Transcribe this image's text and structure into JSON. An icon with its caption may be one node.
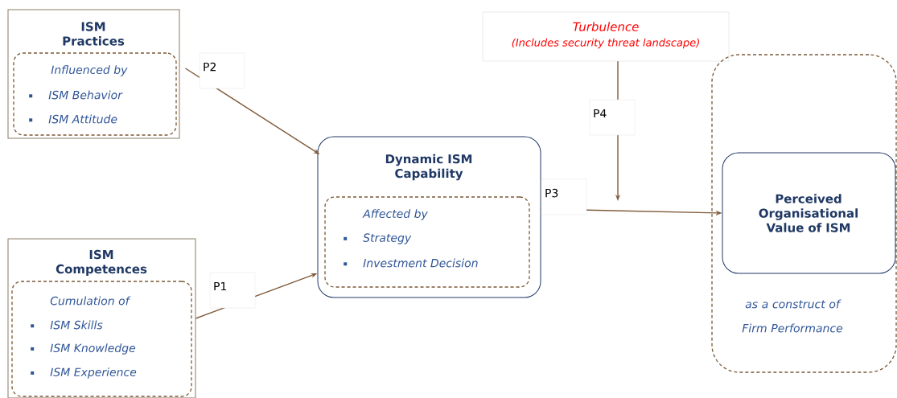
{
  "diagram": {
    "nodes": [
      {
        "text": [
          "ISM Practices"
        ]
      },
      {
        "text": [
          "Influenced by",
          "ISM Behavior",
          "ISM Attitude"
        ],
        "in": 0
      },
      {
        "text": [
          "ISM Competences"
        ]
      },
      {
        "text": [
          "Cumulation of",
          "ISM Skills",
          "ISM Knowledge",
          "ISM Experience"
        ],
        "in": 2
      },
      {
        "text": [
          "Dynamic ISM Capability"
        ]
      },
      {
        "text": [
          "Affected by",
          "Strategy",
          "Investment Decision"
        ],
        "in": 4
      },
      {
        "text": [
          "Turbulence",
          "(Includes security threat landscape)"
        ]
      },
      {
        "text": [
          "as a construct of Firm Performance"
        ]
      },
      {
        "text": [
          "Perceived Organisational Value of ISM"
        ],
        "in": 7
      }
    ],
    "edges": [
      {
        "from": 0,
        "to": 4,
        "arrow": "to",
        "label": "P2"
      },
      {
        "from": 2,
        "to": 4,
        "arrow": "to",
        "label": "P1"
      },
      {
        "from": 4,
        "to": 8,
        "arrow": "to",
        "label": "P3"
      },
      {
        "from": 6,
        "to": null,
        "arrow": "to",
        "label": "P4"
      }
    ]
  }
}
